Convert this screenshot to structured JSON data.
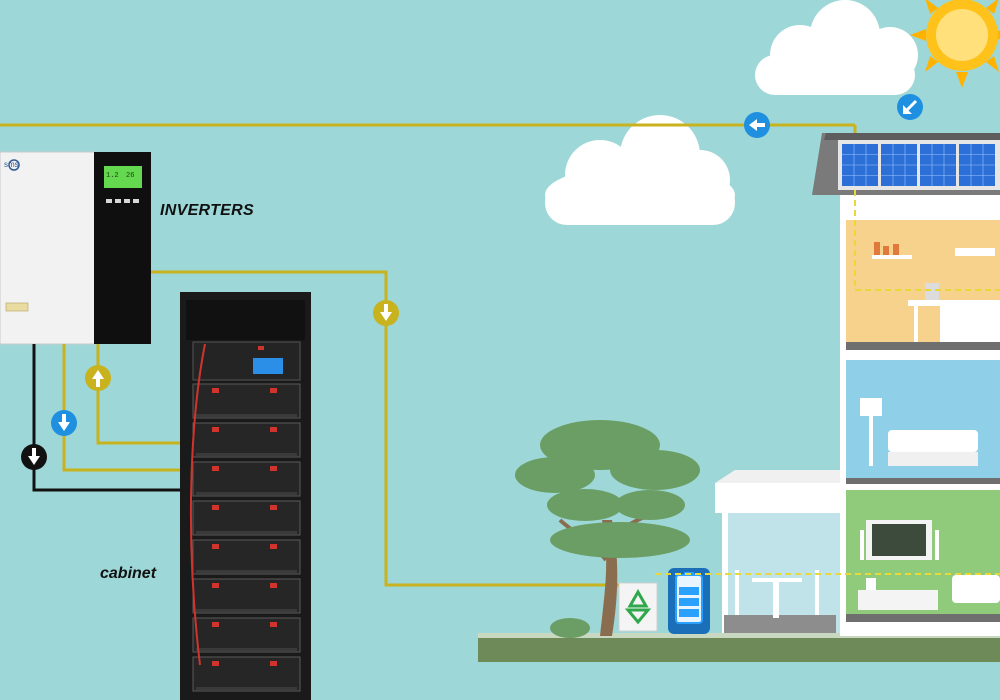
{
  "labels": {
    "inverters": "INVERTERS",
    "cabinet": "cabinet"
  },
  "inverter": {
    "brand": "sms",
    "lcd_left": "1.2",
    "lcd_right": "26"
  },
  "colors": {
    "sky": "#9ed7d8",
    "wire_yellow": "#c8b21e",
    "wire_black": "#111111",
    "arrow_blue": "#1f8fe0",
    "arrow_yellow": "#c8b21e",
    "sun": "#ffc21a",
    "cabinet": "#1e1e1e",
    "house_upper": "#f6d28c",
    "house_middle": "#8fd0e8",
    "house_lower": "#8fcb7a",
    "solar_panel": "#2c6fd6"
  },
  "icons": [
    "sun-icon",
    "cloud-icon",
    "solar-panel-icon",
    "recycle-icon",
    "battery-icon",
    "arrow-left-icon",
    "arrow-down-icon",
    "arrow-up-icon",
    "tree-icon",
    "house-icon"
  ]
}
